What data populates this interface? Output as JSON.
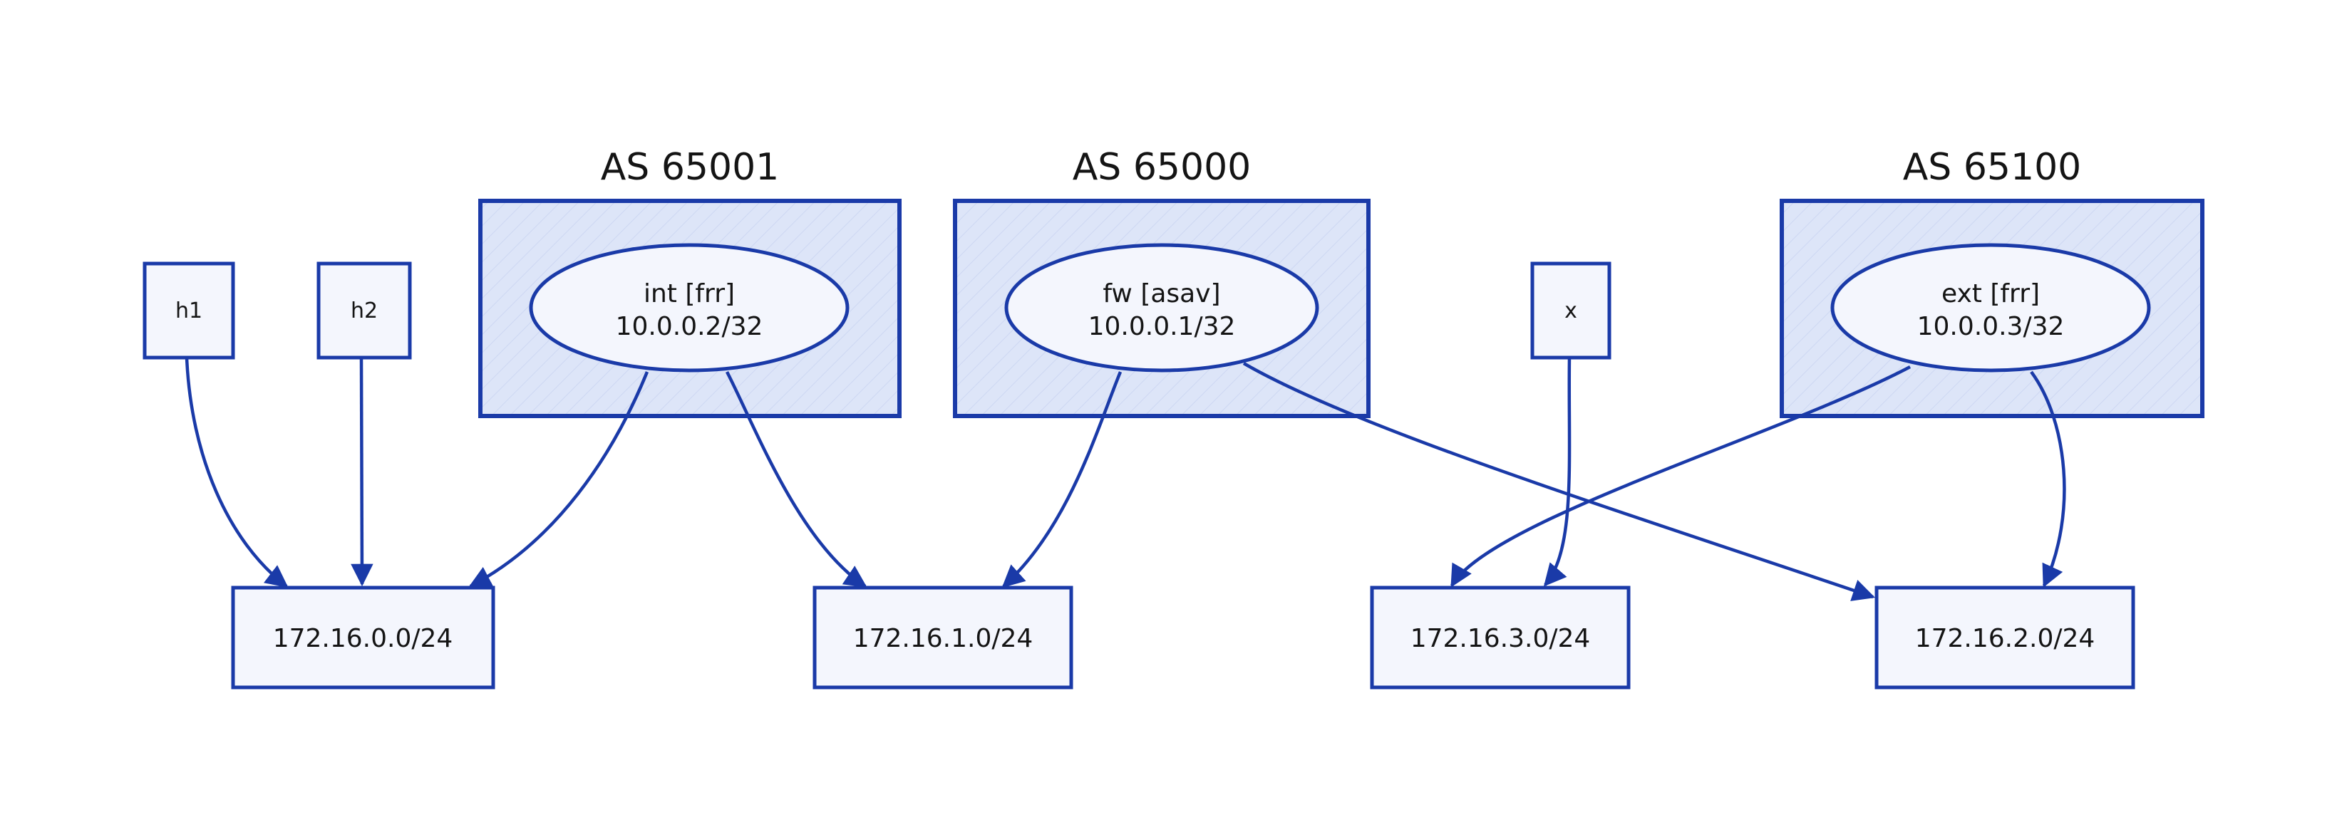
{
  "as_groups": [
    {
      "id": "as65001",
      "title": "AS 65001"
    },
    {
      "id": "as65000",
      "title": "AS 65000"
    },
    {
      "id": "as65100",
      "title": "AS 65100"
    }
  ],
  "routers": [
    {
      "id": "int",
      "name": "int [frr]",
      "address": "10.0.0.2/32"
    },
    {
      "id": "fw",
      "name": "fw [asav]",
      "address": "10.0.0.1/32"
    },
    {
      "id": "ext",
      "name": "ext [frr]",
      "address": "10.0.0.3/32"
    }
  ],
  "hosts": [
    {
      "id": "h1",
      "label": "h1"
    },
    {
      "id": "h2",
      "label": "h2"
    },
    {
      "id": "x",
      "label": "x"
    }
  ],
  "networks": [
    {
      "id": "net0",
      "label": "172.16.0.0/24"
    },
    {
      "id": "net1",
      "label": "172.16.1.0/24"
    },
    {
      "id": "net3",
      "label": "172.16.3.0/24"
    },
    {
      "id": "net2",
      "label": "172.16.2.0/24"
    }
  ],
  "links": [
    {
      "from": "h1",
      "to": "172.16.0.0/24"
    },
    {
      "from": "h2",
      "to": "172.16.0.0/24"
    },
    {
      "from": "int",
      "to": "172.16.0.0/24"
    },
    {
      "from": "int",
      "to": "172.16.1.0/24"
    },
    {
      "from": "fw",
      "to": "172.16.1.0/24"
    },
    {
      "from": "fw",
      "to": "172.16.2.0/24"
    },
    {
      "from": "x",
      "to": "172.16.3.0/24"
    },
    {
      "from": "ext",
      "to": "172.16.3.0/24"
    },
    {
      "from": "ext",
      "to": "172.16.2.0/24"
    }
  ],
  "colors": {
    "stroke": "#1a3aa8",
    "group_fill": "#dde5f8",
    "node_fill": "#f4f6fd",
    "text": "#141414"
  }
}
